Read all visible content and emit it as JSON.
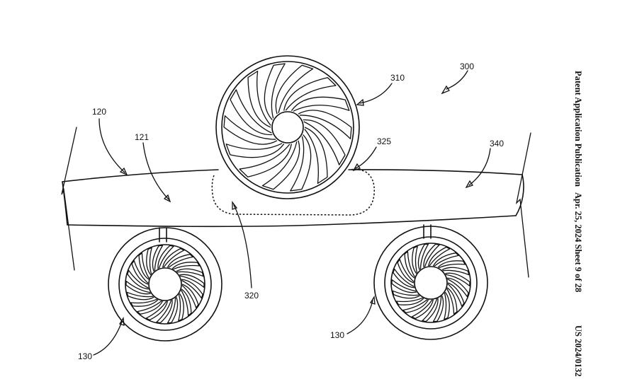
{
  "header": {
    "publication": "Patent Application Publication",
    "date_sheet": "Apr. 25, 2024  Sheet 9 of 28",
    "number": "US 2024/0132"
  },
  "labels": {
    "fan_assembly": "300",
    "lift_fan": "310",
    "fan_recess": "325",
    "wing_right": "340",
    "wing_left": "120",
    "wing_surface": "121",
    "recess_region": "320",
    "engine_left": "130",
    "engine_right": "130"
  }
}
